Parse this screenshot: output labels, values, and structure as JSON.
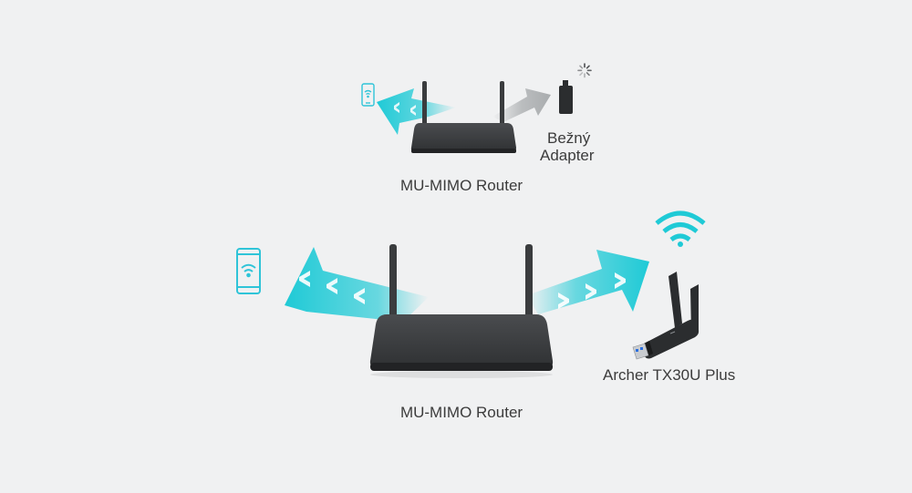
{
  "scenes": [
    {
      "router_label": "MU-MIMO Router",
      "client_right_label_line1": "Bežný",
      "client_right_label_line2": "Adapter"
    },
    {
      "router_label": "MU-MIMO Router",
      "client_right_label": "Archer TX30U Plus"
    }
  ],
  "colors": {
    "background": "#f0f1f2",
    "beam_cyan": "#1fcad6",
    "beam_grey": "#a9acae",
    "router_body": "#3a3c3e",
    "phone_stroke": "#2fc4d8",
    "text": "#3c3c3c"
  },
  "icons": {
    "left_client": "smartphone-wifi-icon",
    "top_right_client": "usb-adapter-icon",
    "bottom_right_client": "usb-wifi-adapter-icon",
    "signal": "wifi-signal-icon"
  }
}
